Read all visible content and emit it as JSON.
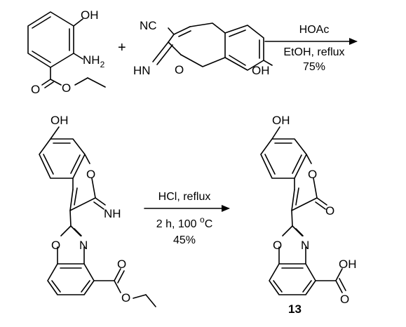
{
  "reactant1": {
    "labels": {
      "oh": "OH",
      "nh2_main": "NH",
      "nh2_sub": "2",
      "ester_o_carbonyl": "O",
      "ester_o": "O"
    }
  },
  "plus": "+",
  "reactant2": {
    "labels": {
      "nc": "NC",
      "hn": "HN",
      "ring_o": "O",
      "oh": "OH"
    }
  },
  "arrow1": {
    "above": "HOAc",
    "below_1": "EtOH, reflux",
    "below_2": "75%"
  },
  "intermediate": {
    "labels": {
      "oh": "OH",
      "ring_o": "O",
      "nh": "NH",
      "ox_o": "O",
      "ox_n": "N",
      "ester_o_carbonyl": "O",
      "ester_o": "O"
    }
  },
  "arrow2": {
    "above": "HCl, reflux",
    "below_1_main": "2 h, 100 ",
    "below_1_sup": "o",
    "below_1_tail": "C",
    "below_2": "45%"
  },
  "product": {
    "labels": {
      "oh": "OH",
      "ring_o": "O",
      "carbonyl_o": "O",
      "ox_o": "O",
      "ox_n": "N",
      "acid_oh": "OH",
      "acid_o": "O"
    },
    "compound_number": "13"
  }
}
